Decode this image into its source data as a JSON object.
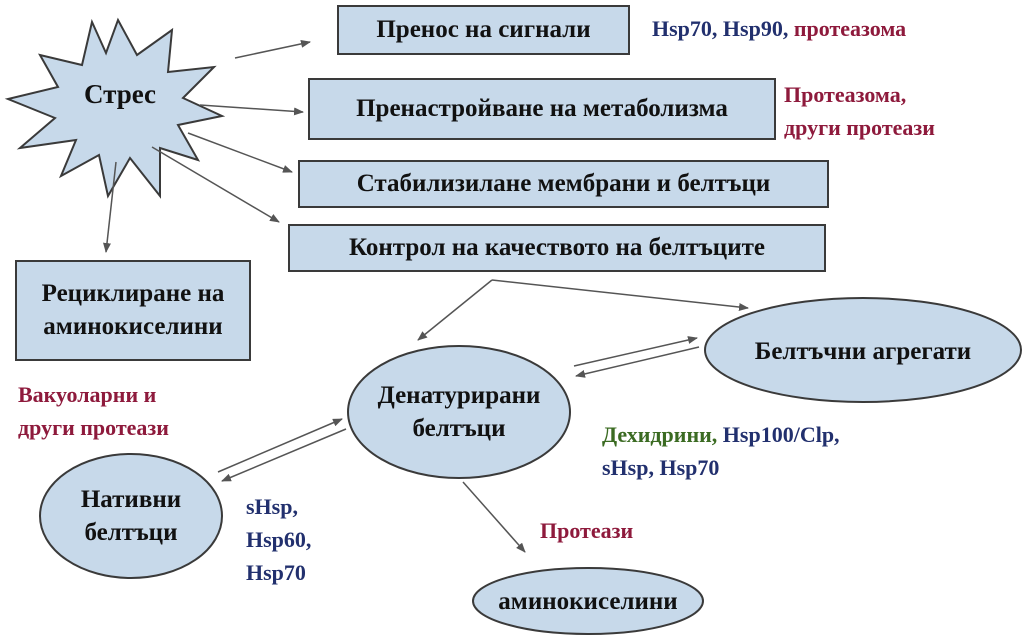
{
  "stress": "Стрес",
  "responses": {
    "signal": "Пренос на сигнали",
    "metabolism": "Пренастройване на метаболизма",
    "stabilize": "Стабилизилане мембрани и белтъци",
    "quality": "Контрол на качеството на белтъците"
  },
  "recycling": {
    "line1": "Рециклиране на",
    "line2": "аминокиселини"
  },
  "nodes": {
    "denatured": {
      "line1": "Денатурирани",
      "line2": "белтъци"
    },
    "aggregates": "Белтъчни агрегати",
    "native": {
      "line1": "Нативни",
      "line2": "белтъци"
    },
    "aminoacids": "аминокиселини"
  },
  "notes": {
    "signal": {
      "part1": "Hsp70, Hsp90,",
      "part2": " протеазома"
    },
    "metabolism": {
      "line1": "Протеазома,",
      "line2": "други протеази"
    },
    "vacuolar": {
      "line1": "Вакуоларни и",
      "line2": "други протеази"
    },
    "dehydrins": {
      "part1": "Дехидрини,",
      "part2": " Hsp100/Clp,",
      "line2": "sHsp, Hsp70"
    },
    "native_chaperones": {
      "line1": "sHsp,",
      "line2": "Hsp60,",
      "line3": "Hsp70"
    },
    "proteases": "Протеази"
  },
  "colors": {
    "box_fill": "#c7d9ea",
    "blue_text": "#22306e",
    "red_text": "#8e1a3c",
    "green_text": "#3b6b22"
  }
}
